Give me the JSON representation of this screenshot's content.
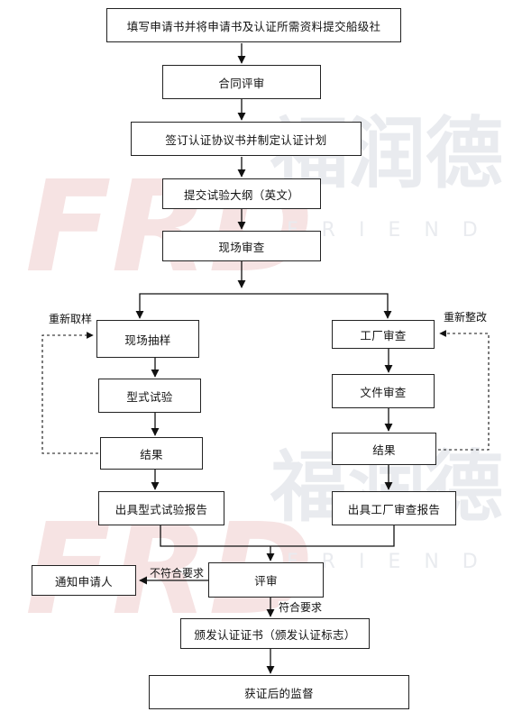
{
  "watermark": {
    "brand_cn": "福润德",
    "brand_en": "FRIEND",
    "logo": "FRD",
    "color": "#e8eaee"
  },
  "steps": {
    "s1": "填写申请书并将申请书及认证所需资料提交船级社",
    "s2": "合同评审",
    "s3": "签订认证协议书并制定认证计划",
    "s4": "提交试验大纲（英文）",
    "s5": "现场审查",
    "l1": "现场抽样",
    "l2": "型式试验",
    "l3": "结果",
    "l4": "出具型式试验报告",
    "r1": "工厂审查",
    "r2": "文件审查",
    "r3": "结果",
    "r4": "出具工厂审查报告",
    "review": "评审",
    "notify": "通知申请人",
    "issue": "颁发认证证书（颁发认证标志）",
    "supervise": "获证后的监督"
  },
  "labels": {
    "resample": "重新取样",
    "rectify": "重新整改",
    "fail": "不符合要求",
    "pass": "符合要求"
  }
}
